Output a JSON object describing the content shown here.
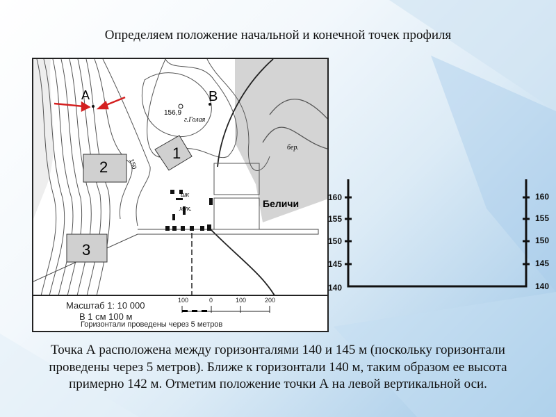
{
  "title": "Определяем положение начальной и конечной точек профиля",
  "map": {
    "point_a": "A",
    "point_b": "B",
    "elevation": "156,9",
    "hill_name": "г.Голая",
    "village": "Беличи",
    "label_shk": "шк",
    "label_muk": "мук.",
    "label_ber": "бер.",
    "contour_label": "150",
    "squares": [
      "1",
      "2",
      "3"
    ],
    "arrow_color": "#d42020",
    "legend": {
      "scale": "Масштаб   1: 10 000",
      "per_cm": "В 1 см 100 м",
      "contours": "Горизонтали проведены через 5 метров",
      "bar_ticks": [
        "100",
        "0",
        "100",
        "200"
      ]
    }
  },
  "profile": {
    "left_ticks": [
      "160",
      "155",
      "150",
      "145",
      "140"
    ],
    "right_ticks": [
      "160",
      "155",
      "150",
      "145",
      "140"
    ]
  },
  "body_text": "Точка А расположена между горизонталями 140 и 145 м (поскольку горизонтали проведены через 5 метров). Ближе к горизонтали 140 м, таким образом ее высота примерно 142 м. Отметим положение точки А на левой вертикальной оси."
}
